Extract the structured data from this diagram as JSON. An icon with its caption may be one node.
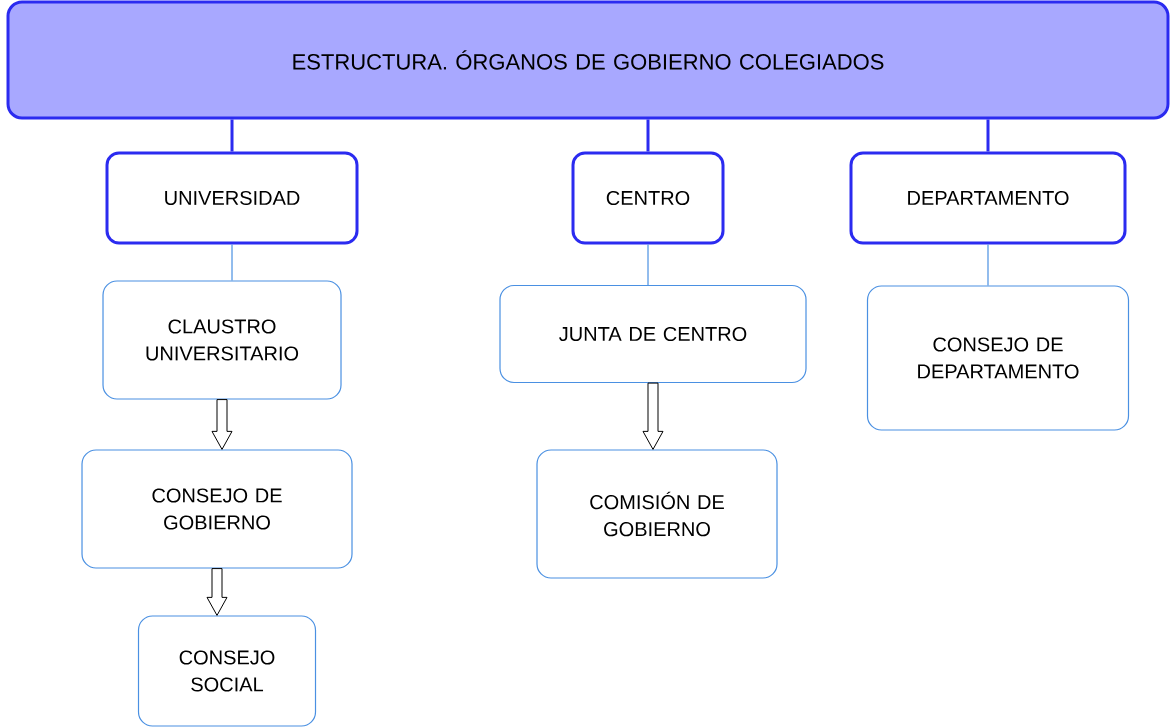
{
  "diagram": {
    "nodes": [
      {
        "text": [
          "ESTRUCTURA. ÓRGANOS DE GOBIERNO COLEGIADOS"
        ]
      },
      {
        "text": [
          "UNIVERSIDAD"
        ]
      },
      {
        "text": [
          "CENTRO"
        ]
      },
      {
        "text": [
          "DEPARTAMENTO"
        ]
      },
      {
        "text": [
          "CLAUSTRO UNIVERSITARIO"
        ]
      },
      {
        "text": [
          "CONSEJO DE GOBIERNO"
        ]
      },
      {
        "text": [
          "CONSEJO SOCIAL"
        ]
      },
      {
        "text": [
          "JUNTA DE CENTRO"
        ]
      },
      {
        "text": [
          "COMISIÓN DE GOBIERNO"
        ]
      },
      {
        "text": [
          "CONSEJO DE DEPARTAMENTO"
        ]
      }
    ],
    "edges": [
      {
        "from": 0,
        "to": 1,
        "arrow": "none",
        "style": "thick",
        "color": "#2b2bf0"
      },
      {
        "from": 0,
        "to": 2,
        "arrow": "none",
        "style": "thick",
        "color": "#2b2bf0"
      },
      {
        "from": 0,
        "to": 3,
        "arrow": "none",
        "style": "thick",
        "color": "#2b2bf0"
      },
      {
        "from": 1,
        "to": 4,
        "arrow": "none",
        "color": "#4a90e2"
      },
      {
        "from": 2,
        "to": 7,
        "arrow": "none",
        "color": "#4a90e2"
      },
      {
        "from": 3,
        "to": 9,
        "arrow": "none",
        "color": "#4a90e2"
      },
      {
        "from": 4,
        "to": 5,
        "arrow": "to"
      },
      {
        "from": 5,
        "to": 6,
        "arrow": "to"
      },
      {
        "from": 7,
        "to": 8,
        "arrow": "to"
      }
    ]
  }
}
